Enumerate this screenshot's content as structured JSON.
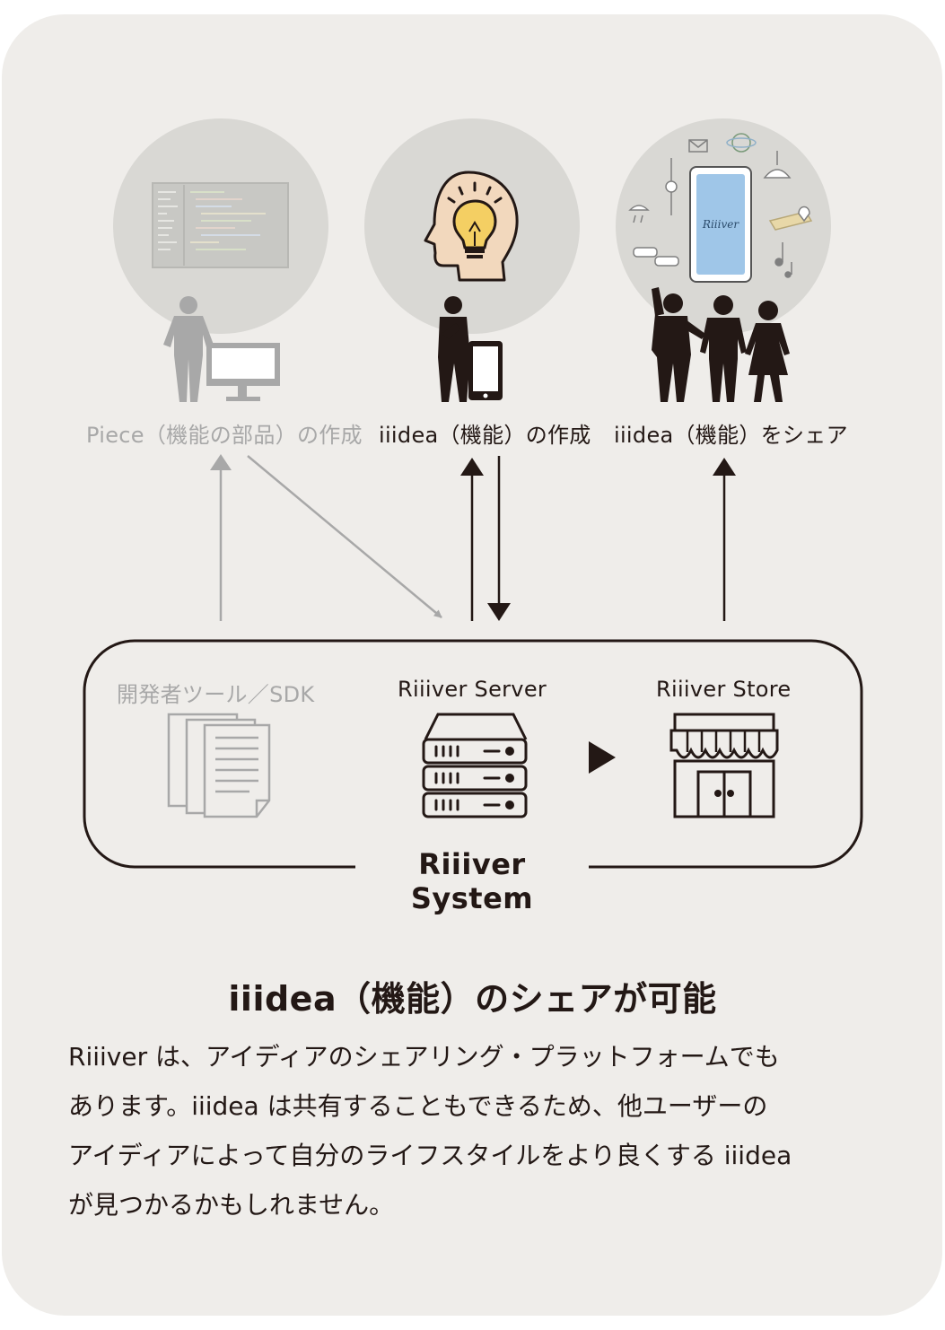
{
  "steps": [
    {
      "label": "Piece（機能の部品）の作成"
    },
    {
      "label": "iiidea（機能）の作成"
    },
    {
      "label": "iiidea（機能）をシェア"
    }
  ],
  "system": {
    "name": "Riiiver System",
    "components": [
      {
        "label": "開発者ツール／SDK",
        "icon": "documents-icon"
      },
      {
        "label": "Riiiver Server",
        "icon": "server-icon"
      },
      {
        "label": "Riiiver Store",
        "icon": "store-icon"
      }
    ]
  },
  "bubble_text": "Riiiver",
  "heading": "iiidea（機能）のシェアが可能",
  "description": [
    "Riiiver は、アイディアのシェアリング・プラットフォームでも",
    "あります。iiidea は共有することもできるため、他ユーザーの",
    "アイディアによって自分のライフスタイルをより良くする iiidea",
    "が見つかるかもしれません。"
  ],
  "colors": {
    "card": "#efedea",
    "circle": "#d9d8d4",
    "dark": "#231815",
    "muted": "#a8a8a8",
    "phone": "#9fc6e8",
    "skin": "#f2d8bd",
    "bulb": "#f4cf63"
  }
}
